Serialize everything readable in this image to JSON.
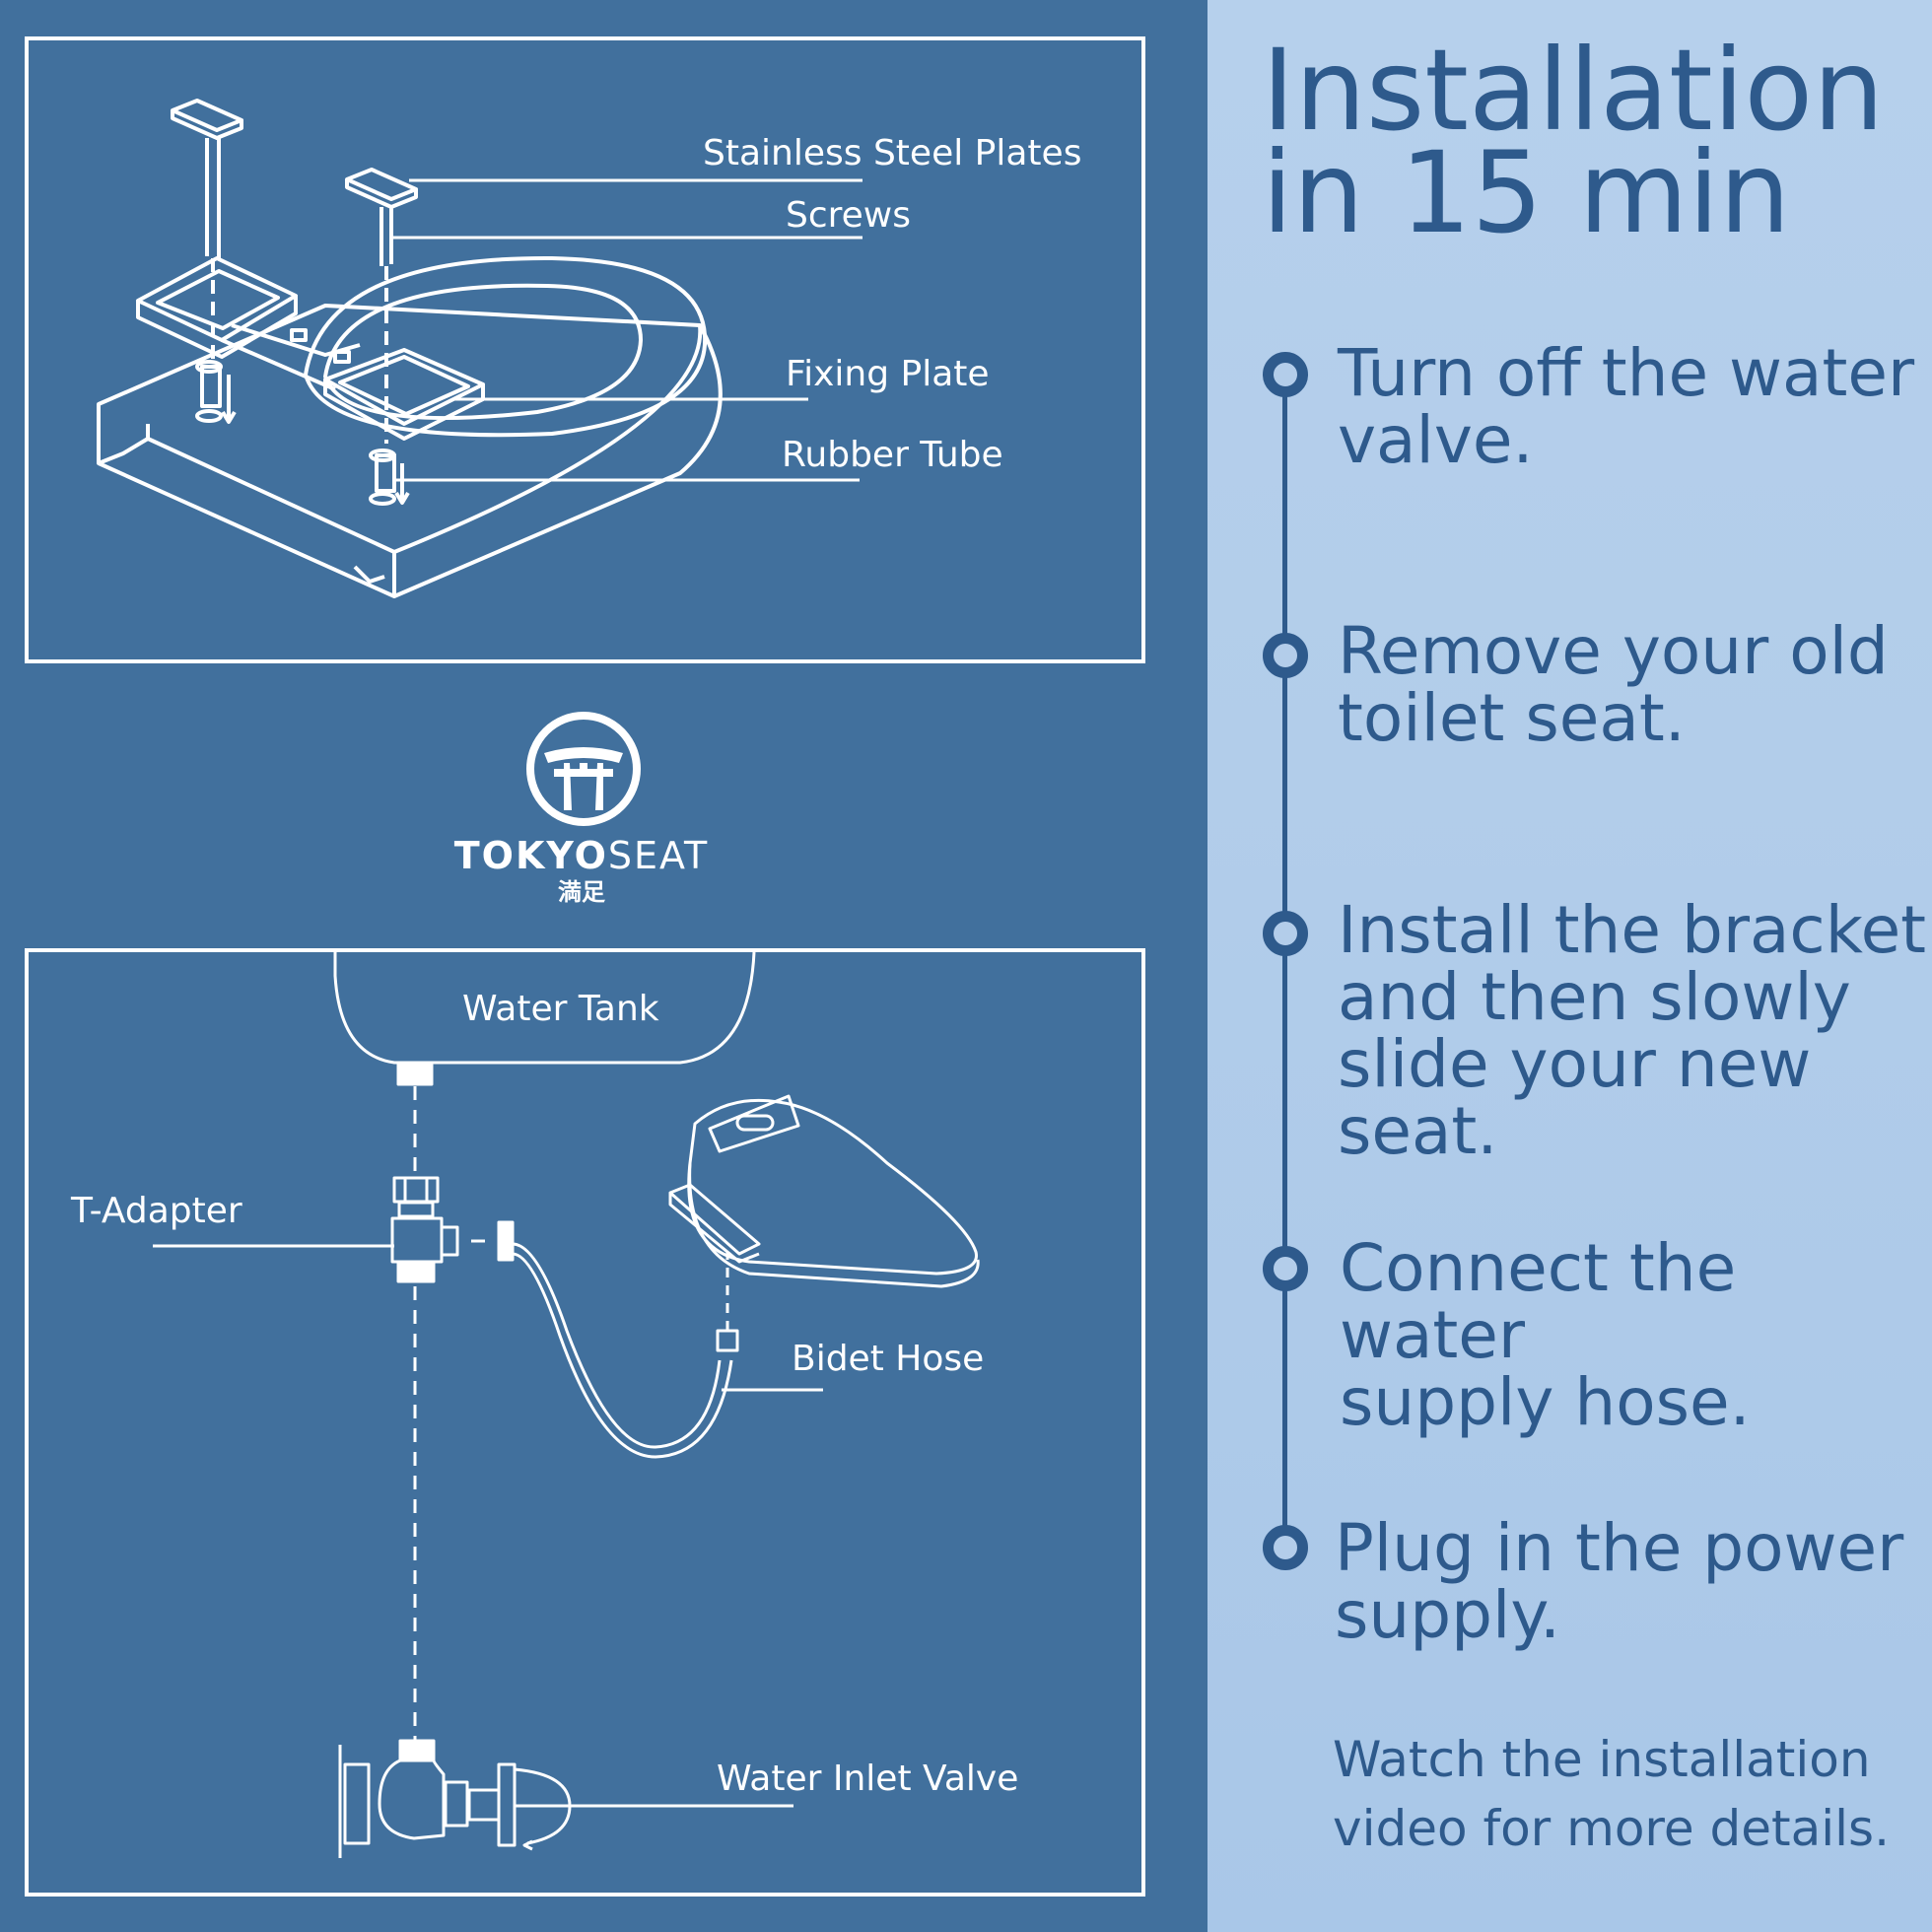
{
  "top_diagram": {
    "labels": {
      "stainless_steel_plates": "Stainless Steel Plates",
      "screws": "Screws",
      "fixing_plate": "Fixing Plate",
      "rubber_tube": "Rubber Tube"
    }
  },
  "logo": {
    "brand_bold": "TOKYO",
    "brand_light": "SEAT",
    "subtitle": "満足"
  },
  "bottom_diagram": {
    "labels": {
      "water_tank": "Water Tank",
      "t_adapter": "T-Adapter",
      "bidet_hose": "Bidet Hose",
      "water_inlet_valve": "Water Inlet Valve"
    }
  },
  "installation": {
    "title_line1": "Installation",
    "title_line2": "in 15 min",
    "steps": [
      "Turn off the water\nvalve.",
      "Remove your old\ntoilet seat.",
      "Install the bracket\nand then slowly\nslide your new seat.",
      "Connect the water\nsupply hose.",
      "Plug in the power\nsupply."
    ],
    "note": "Watch the installation\nvideo for more details."
  },
  "colors": {
    "left_background": "#41709d",
    "right_background": "#b3cdea",
    "accent_text": "#2e5a8c",
    "line_art": "#ffffff"
  }
}
